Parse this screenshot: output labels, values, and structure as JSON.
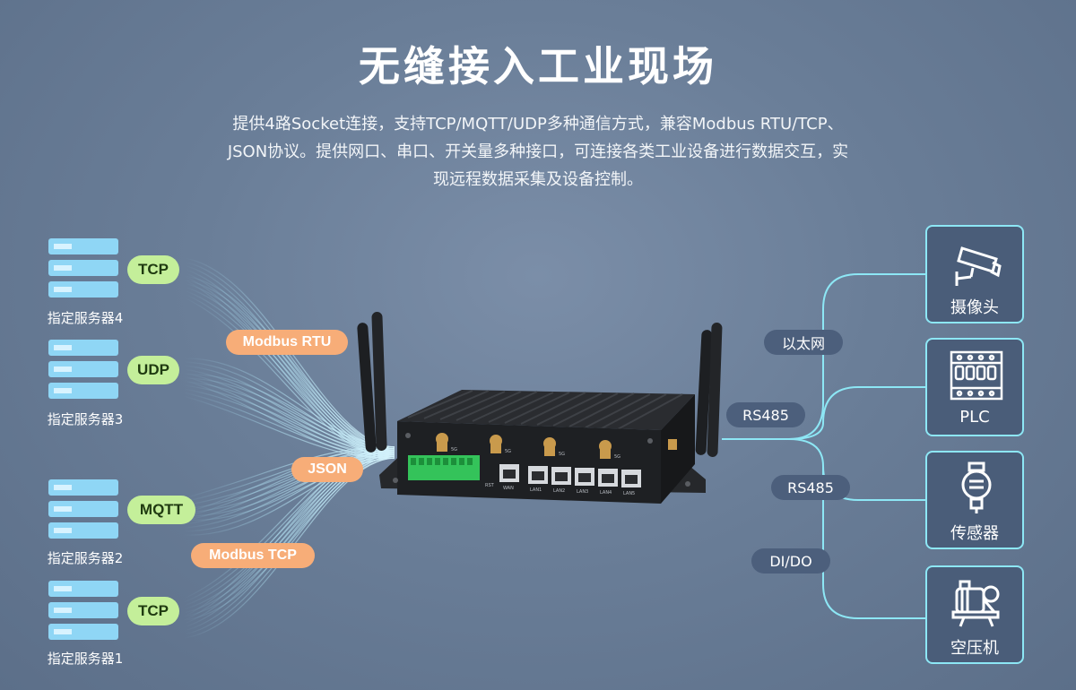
{
  "header": {
    "title": "无缝接入工业现场",
    "description_lines": [
      "提供4路Socket连接，支持TCP/MQTT/UDP多种通信方式，兼容Modbus RTU/TCP、",
      "JSON协议。提供网口、串口、开关量多种接口，可连接各类工业设备进行数据交互，实",
      "现远程数据采集及设备控制。"
    ]
  },
  "servers": [
    {
      "label": "指定服务器4",
      "protocol": "TCP"
    },
    {
      "label": "指定服务器3",
      "protocol": "UDP"
    },
    {
      "label": "指定服务器2",
      "protocol": "MQTT"
    },
    {
      "label": "指定服务器1",
      "protocol": "TCP"
    }
  ],
  "protocols": [
    "Modbus RTU",
    "JSON",
    "Modbus TCP"
  ],
  "interfaces": [
    "以太网",
    "RS485",
    "RS485",
    "DI/DO"
  ],
  "devices": [
    {
      "label": "摄像头",
      "icon": "camera-icon"
    },
    {
      "label": "PLC",
      "icon": "plc-icon"
    },
    {
      "label": "传感器",
      "icon": "sensor-icon"
    },
    {
      "label": "空压机",
      "icon": "compressor-icon"
    }
  ],
  "gateway": {
    "port_labels": [
      "LAN1",
      "LAN2",
      "LAN3",
      "LAN4",
      "LAN5",
      "WAN",
      "RST"
    ],
    "antenna_labels": [
      "5G",
      "5G",
      "5G",
      "5G"
    ]
  },
  "colors": {
    "background": "#6a7e98",
    "server_blue": "#8fd6f5",
    "pill_green": "#c4ef9a",
    "pill_orange": "#f7ad78",
    "pill_dark": "#4c5f7c",
    "connector_cyan": "#8de7f5"
  }
}
